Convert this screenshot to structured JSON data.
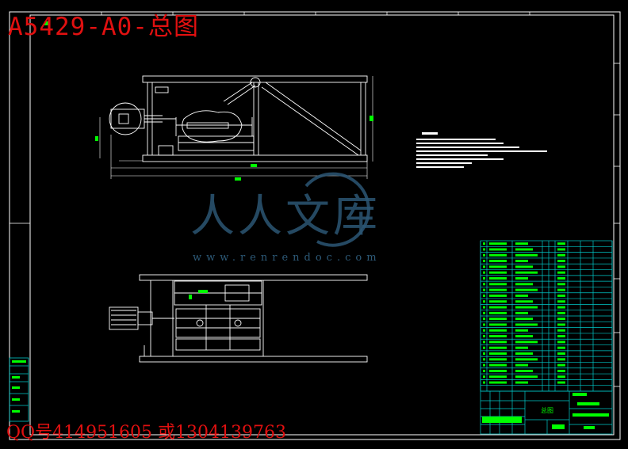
{
  "title_overlay": "A5429-A0-总图",
  "contact_overlay": "QQ号414951605 或1304139763",
  "watermark": {
    "chars": "人人文库",
    "site": "www.renrendoc.com"
  },
  "title_block": {
    "drawing_name": "总图"
  },
  "colors": {
    "background": "#000000",
    "frame": "#ffffff",
    "drawing_lines": "#ffffff",
    "dimension": "#00ff00",
    "table_grid": "#00c8c8",
    "overlay_text": "#e01010",
    "watermark": "#2c5674"
  }
}
